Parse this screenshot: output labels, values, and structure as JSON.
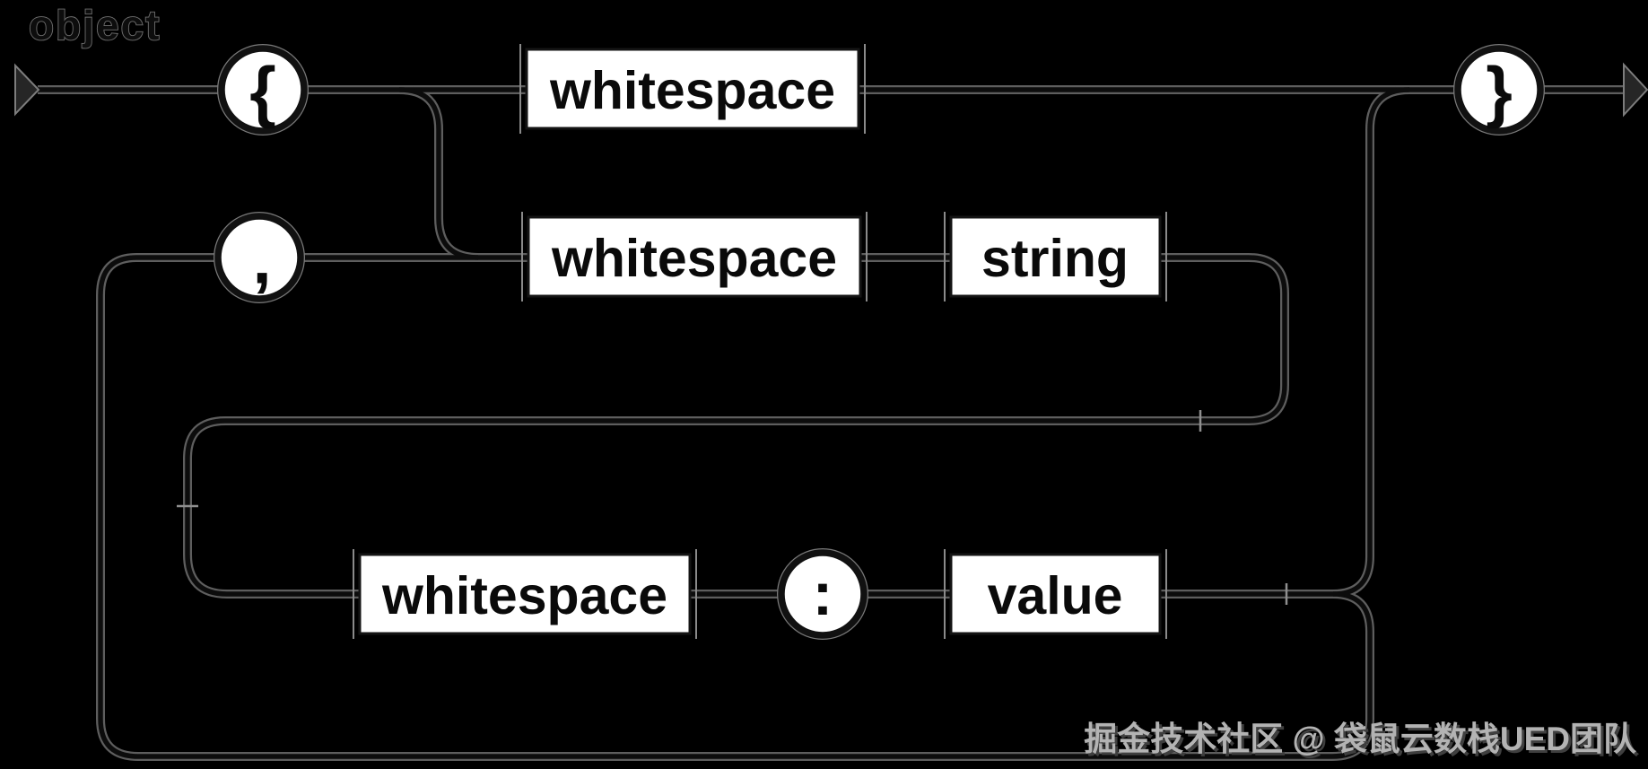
{
  "title": "object",
  "nodes": {
    "open_brace": "{",
    "close_brace": "}",
    "comma": ",",
    "colon": ":",
    "ws_top": "whitespace",
    "ws_mid": "whitespace",
    "ws_bottom": "whitespace",
    "string": "string",
    "value": "value"
  },
  "watermark": "掘金技术社区 @ 袋鼠云数栈UED团队",
  "colors": {
    "background": "#000000",
    "box_fill": "#ffffff",
    "box_text": "#0a0a0a",
    "line_core": "#0c0c0c",
    "line_halo": "#5e5e5e",
    "plate_gray": "#8a8a8a",
    "arrow_fill": "#262626",
    "watermark_gray": "#b3b3b3"
  }
}
